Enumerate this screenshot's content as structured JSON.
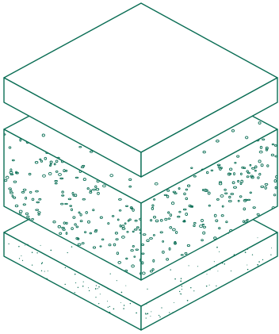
{
  "colors": {
    "stroke": "#0b6e55",
    "background": "#ffffff",
    "fill": "#ffffff"
  },
  "layers": [
    {
      "name": "top-slab",
      "texture": "plain"
    },
    {
      "name": "middle-slab",
      "texture": "coarse-speckle"
    },
    {
      "name": "bottom-slab",
      "texture": "fine-dots"
    }
  ]
}
